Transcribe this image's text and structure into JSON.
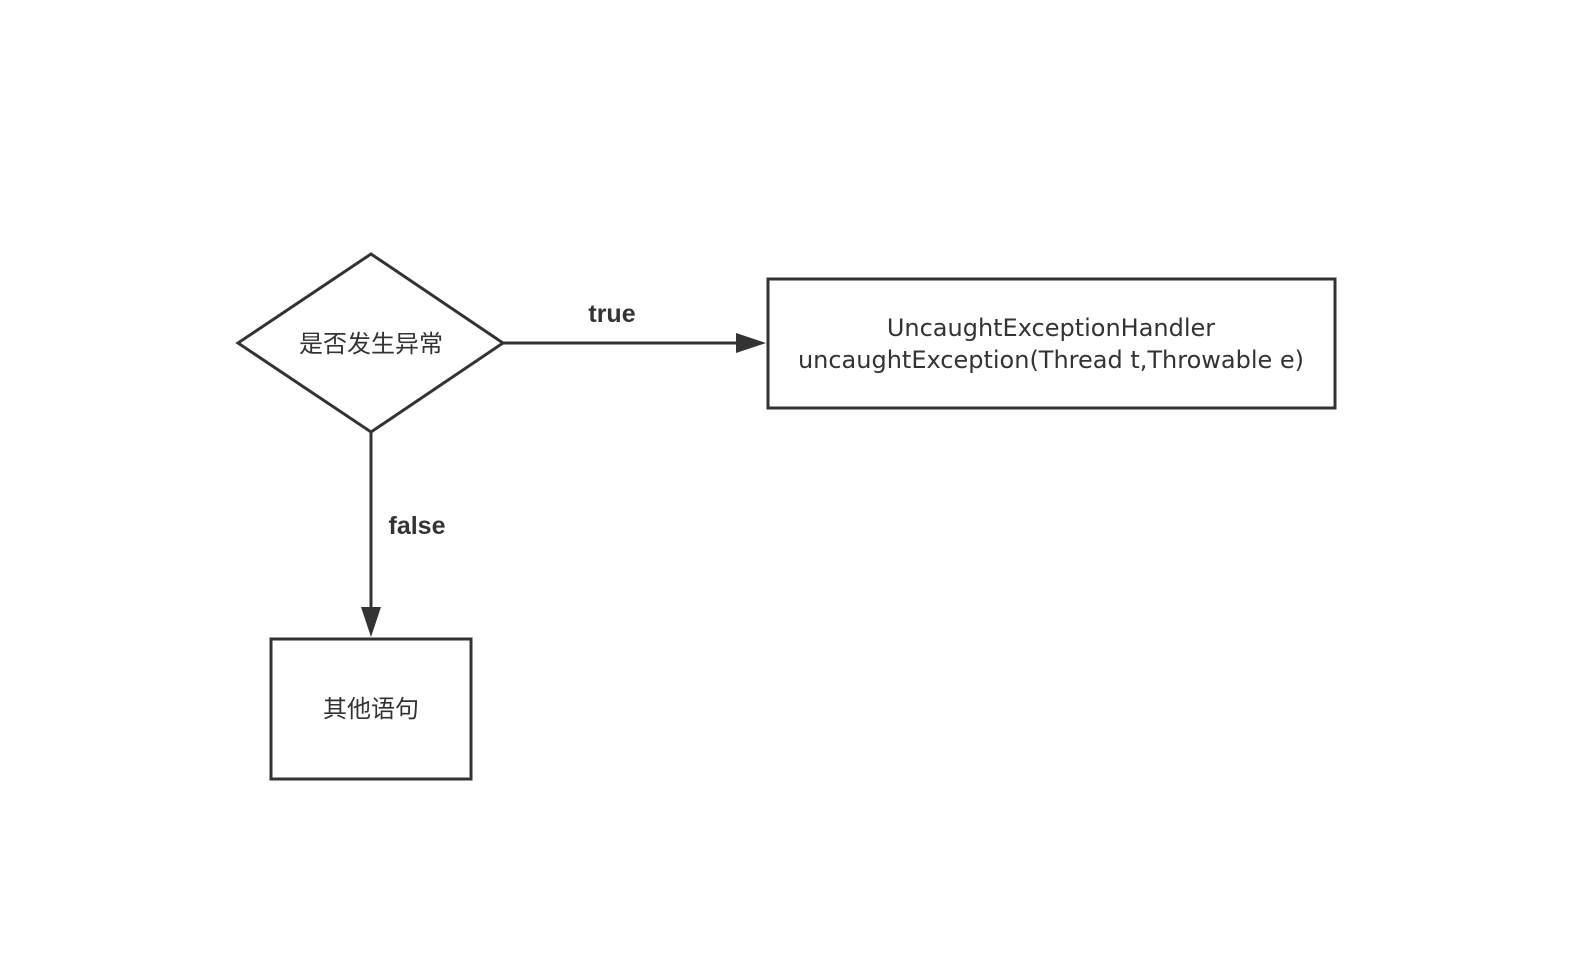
{
  "diagram": {
    "type": "flowchart",
    "decision": {
      "label": "是否发生异常"
    },
    "handler": {
      "line1": "UncaughtExceptionHandler",
      "line2": "uncaughtException(Thread t,Throwable e)"
    },
    "other": {
      "label": "其他语句"
    },
    "edges": {
      "true_label": "true",
      "false_label": "false"
    },
    "colors": {
      "stroke": "#333333",
      "text": "#333333",
      "background": "#ffffff"
    }
  }
}
